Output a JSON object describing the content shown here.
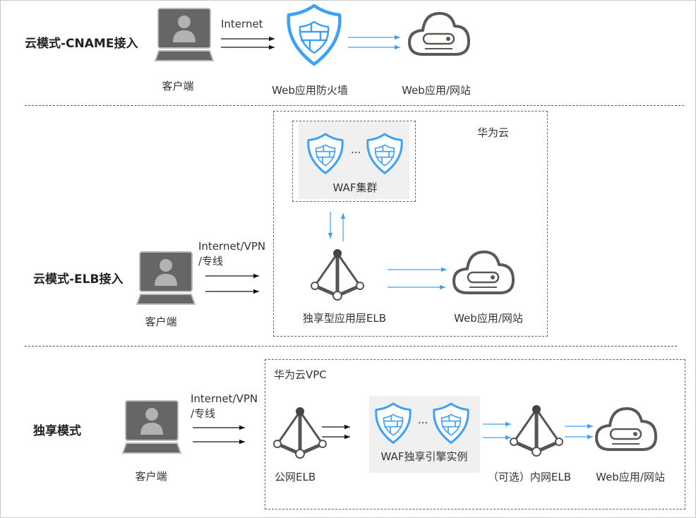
{
  "colors": {
    "accent_blue": "#3ea1f5",
    "icon_gray": "#5a5a55",
    "laptop_dark": "#666666",
    "laptop_light": "#b2b2b2",
    "waf_group_bg": "#f0f0f0"
  },
  "sections": [
    {
      "title": "云模式-CNAME接入",
      "client_label": "客户端",
      "link_label": "Internet",
      "waf_label": "Web应用防火墙",
      "web_label": "Web应用/网站"
    },
    {
      "title": "云模式-ELB接入",
      "client_label": "客户端",
      "link_label_line1": "Internet/VPN",
      "link_label_line2": "/专线",
      "cloud_region_label": "华为云",
      "waf_cluster_label": "WAF集群",
      "ellipsis": "...",
      "elb_label": "独享型应用层ELB",
      "web_label": "Web应用/网站"
    },
    {
      "title": "独享模式",
      "client_label": "客户端",
      "link_label_line1": "Internet/VPN",
      "link_label_line2": "/专线",
      "vpc_label": "华为云VPC",
      "public_elb_label": "公网ELB",
      "waf_engine_label": "WAF独享引擎实例",
      "ellipsis": "...",
      "private_elb_label": "（可选）内网ELB",
      "web_label": "Web应用/网站"
    }
  ],
  "icons": {
    "client": "laptop-user-icon",
    "waf": "shield-firewall-icon",
    "web": "cloud-server-icon",
    "elb": "load-balancer-icon"
  }
}
